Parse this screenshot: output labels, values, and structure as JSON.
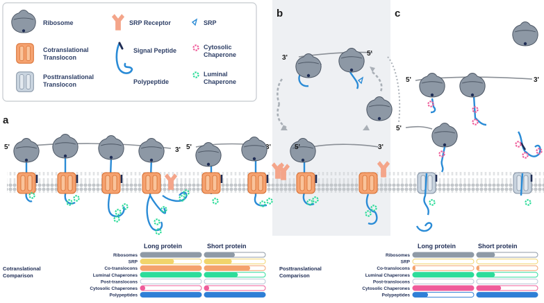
{
  "legend": {
    "ribosome": "Ribosome",
    "srp_receptor": "SRP Receptor",
    "srp": "SRP",
    "cotranslational_translocon": "Cotranslational Translocon",
    "signal_peptide": "Signal Peptide",
    "cytosolic_chaperone": "Cytosolic Chaperone",
    "posttranslational_translocon": "Posttranslational Translocon",
    "polypeptide": "Polypeptide",
    "luminal_chaperone": "Luminal Chaperone"
  },
  "panels": {
    "a": "a",
    "b": "b",
    "c": "c"
  },
  "ends": {
    "five": "5'",
    "three": "3'"
  },
  "comparison": {
    "cotranslational_title": "Cotranslational Comparison",
    "posttranslational_title": "Posttranslational Comparison",
    "long_protein": "Long protein",
    "short_protein": "Short protein",
    "rows": [
      "Ribosomes",
      "SRP",
      "Co-translocons",
      "Luminal Chaperones",
      "Post-translocons",
      "Cytosolic Chaperones",
      "Polypeptides"
    ],
    "row_colors": [
      "#8f9aa6",
      "#f1d46b",
      "#f4a26d",
      "#2ddc9a",
      "#b8c6d6",
      "#ef5c9a",
      "#2f7fd6"
    ],
    "cotranslational_fill": {
      "long": [
        1.0,
        0.55,
        1.0,
        1.0,
        0.0,
        0.08,
        1.0
      ],
      "short": [
        0.5,
        0.45,
        0.75,
        0.55,
        0.0,
        0.08,
        1.0
      ]
    },
    "posttranslational_fill": {
      "long": [
        1.0,
        0.0,
        0.04,
        1.0,
        0.0,
        1.0,
        0.25
      ],
      "short": [
        0.3,
        0.0,
        0.04,
        0.3,
        0.0,
        0.4,
        1.0
      ]
    }
  }
}
